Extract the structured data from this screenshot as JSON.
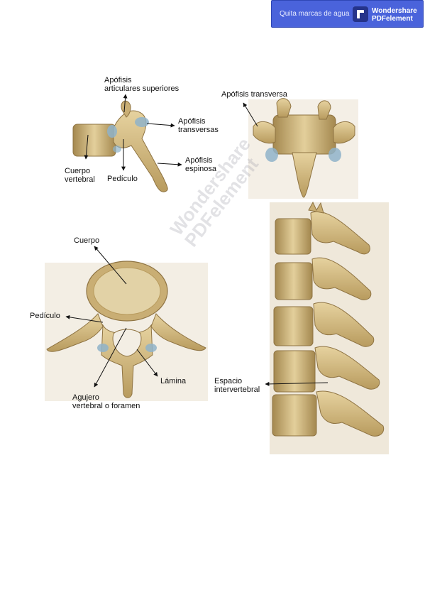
{
  "banner": {
    "remove_label": "Quita marcas de agua",
    "brand_line1": "Wondershare",
    "brand_line2": "PDFelement"
  },
  "watermark": {
    "line1": "Wondershare",
    "line2": "PDFelement"
  },
  "figures": {
    "lateral": {
      "labels": {
        "sup_articular": "Apófisis\narticulares superiores",
        "transverse": "Apófisis\ntransversas",
        "spinous": "Apófisis\nespinosa",
        "body": "Cuerpo\nvertebral",
        "pedicle": "Pedículo"
      }
    },
    "posterior": {
      "labels": {
        "transverse": "Apófisis transversa"
      }
    },
    "superior": {
      "labels": {
        "body": "Cuerpo",
        "pedicle": "Pedículo",
        "lamina": "Lámina",
        "foramen": "Agujero\nvertebral o foramen"
      }
    },
    "column": {
      "labels": {
        "intervertebral": "Espacio\nintervertebral"
      }
    }
  },
  "colors": {
    "bone": "#d8c08a",
    "bone_dark": "#b89b5e",
    "bone_shadow": "#8f7443",
    "cartilage": "#8fb3c9",
    "banner": "#4a63db"
  }
}
